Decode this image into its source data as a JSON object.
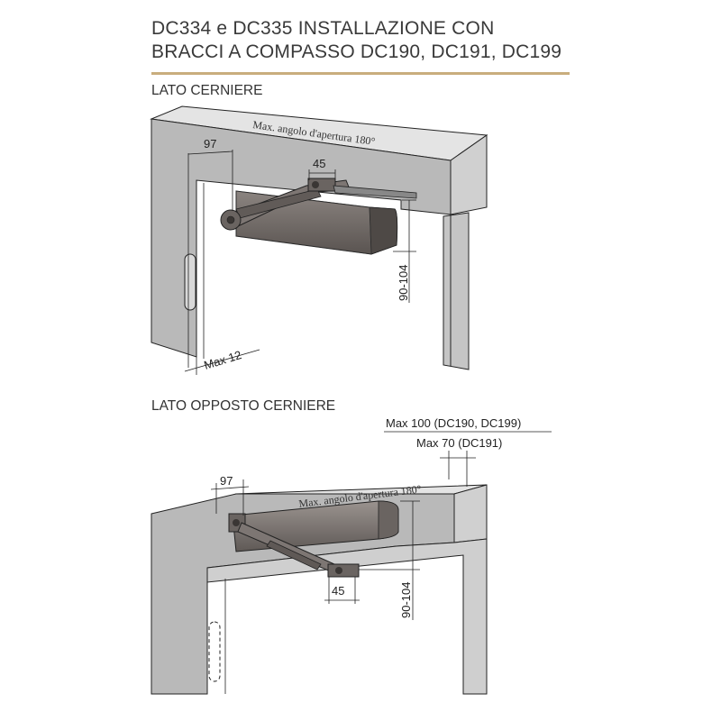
{
  "header": {
    "title_line1": "DC334 e DC335 INSTALLAZIONE CON",
    "title_line2": "BRACCI A COMPASSO DC190, DC191, DC199",
    "accent_color": "#c9ad7d"
  },
  "section_hinge": {
    "label": "LATO CERNIERE",
    "opening_angle": "Max. angolo d'apertura 180°",
    "dim_97": "97",
    "dim_45": "45",
    "dim_90_104": "90-104",
    "dim_max12": "Max 12"
  },
  "section_opposite": {
    "label": "LATO OPPOSTO CERNIERE",
    "max_100": "Max 100 (DC190, DC199)",
    "max_70": "Max 70 (DC191)",
    "opening_angle": "Max. angolo d'apertura 180°",
    "dim_97": "97",
    "dim_45": "45",
    "dim_90_104": "90-104"
  },
  "colors": {
    "wall": "#b9b9b9",
    "wall_side": "#cfcfcf",
    "closer": "#6d6662",
    "closer_dark": "#4a4542",
    "line": "#222222"
  }
}
